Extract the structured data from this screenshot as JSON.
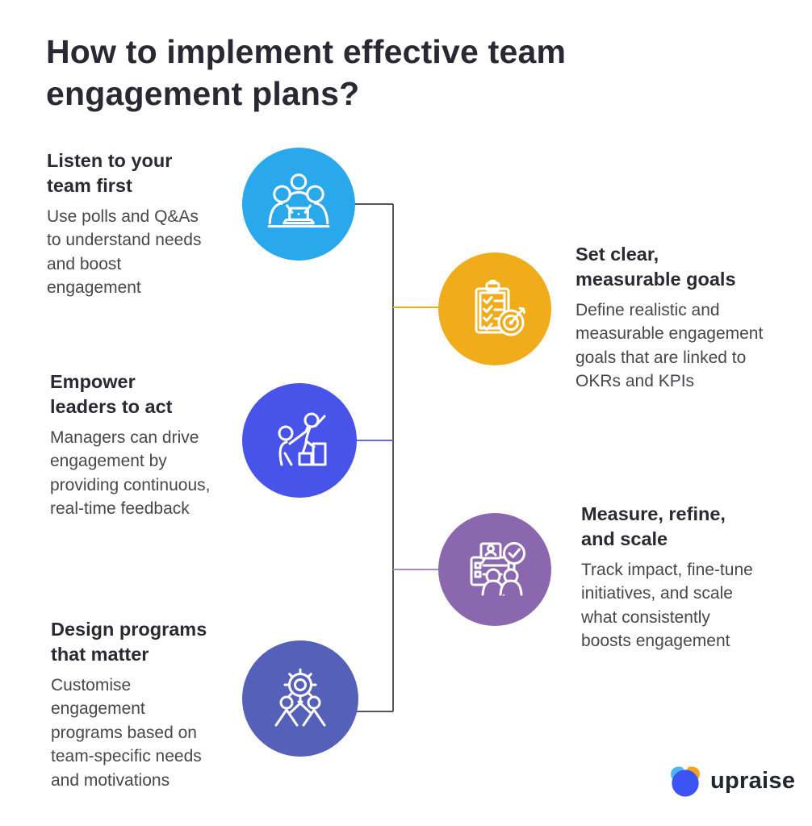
{
  "page": {
    "background": "#ffffff",
    "title": "How to implement effective team\nengagement plans?"
  },
  "steps": [
    {
      "id": "listen-to-your-team-first",
      "side": "left",
      "title": "Listen to your\nteam first",
      "desc": "Use polls and Q&As\nto understand needs\nand boost\nengagement",
      "circle_color": "#29A8EB",
      "icon": "team-collaboration-icon",
      "connector_color": "#55565A"
    },
    {
      "id": "set-clear-measurable-goals",
      "side": "right",
      "title": "Set clear,\nmeasurable goals",
      "desc": "Define realistic and\nmeasurable engagement\ngoals that are linked to\nOKRs and KPIs",
      "circle_color": "#F0AC1A",
      "icon": "clipboard-target-icon",
      "connector_color": "#F6A81F"
    },
    {
      "id": "empower-leaders-to-act",
      "side": "left",
      "title": "Empower\nleaders to act",
      "desc": "Managers can drive\nengagement by\nproviding continuous,\nreal-time feedback",
      "circle_color": "#4853EA",
      "icon": "leader-helping-icon",
      "connector_color": "#6767E9"
    },
    {
      "id": "measure-refine-and-scale",
      "side": "right",
      "title": "Measure, refine,\nand scale",
      "desc": "Track impact, fine-tune\ninitiatives, and scale\nwhat consistently\nboosts engagement",
      "circle_color": "#8A67AE",
      "icon": "review-feedback-icon",
      "connector_color": "#A78BC7"
    },
    {
      "id": "design-programs-that-matter",
      "side": "left",
      "title": "Design programs\nthat matter",
      "desc": "Customise\nengagement\nprograms based on\nteam-specific needs\nand motivations",
      "circle_color": "#5560B8",
      "icon": "gear-teamwork-icon",
      "connector_color": "#55565A"
    }
  ],
  "connectors": {
    "spine_color": "#55565A"
  },
  "logo": {
    "text": "upraise",
    "text_color": "#23262e",
    "mark": {
      "left_ear_color": "#4EB5F5",
      "right_ear_color": "#F5A51D",
      "body_color": "#3C54F3"
    }
  }
}
